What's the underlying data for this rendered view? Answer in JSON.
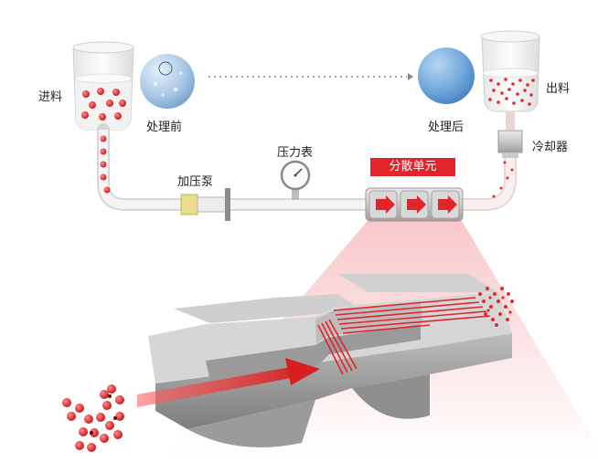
{
  "labels": {
    "inlet": "进料",
    "before": "处理前",
    "after": "处理后",
    "outlet": "出料",
    "cooler": "冷却器",
    "pressure_gauge": "压力表",
    "pump": "加压泵",
    "dispersion_unit": "分散单元"
  },
  "colors": {
    "accent": "#e3242b",
    "droplet": "#e02b2b",
    "pipe": "#f1f1f1",
    "metal": "#b8b8b8",
    "before_sphere": "#a9c8e6",
    "after_sphere": "#6fa6dc"
  }
}
